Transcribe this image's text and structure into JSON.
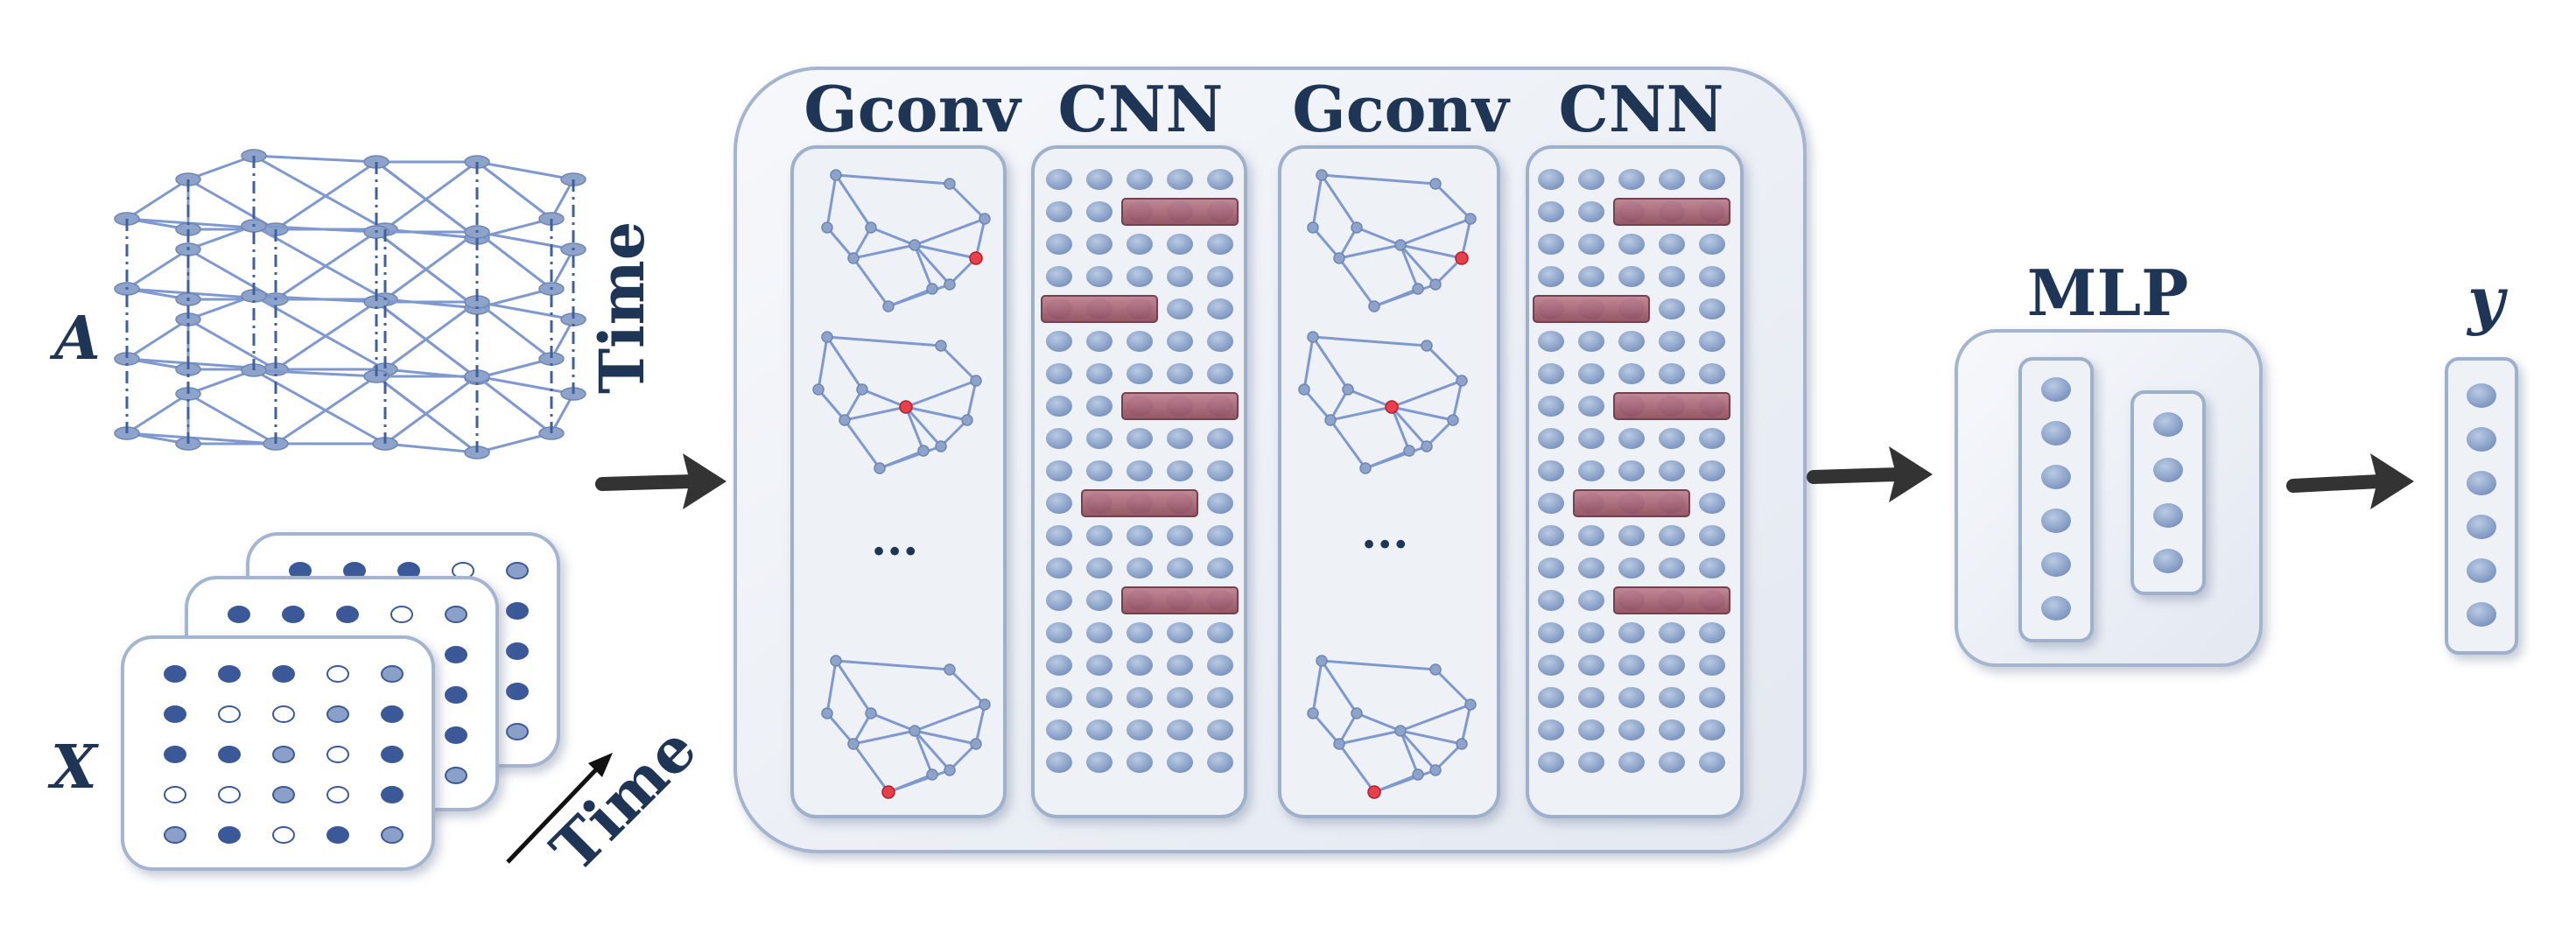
{
  "labels": {
    "adjacency": "A",
    "features": "X",
    "output": "y",
    "time_graph": "Time",
    "time_matrix": "Time",
    "gconv_1": "Gconv",
    "cnn_1": "CNN",
    "gconv_2": "Gconv",
    "cnn_2": "CNN",
    "mlp": "MLP",
    "ellipsis_1": "···",
    "ellipsis_2": "···"
  },
  "colors": {
    "node": "#8ea3c9",
    "edge": "#7f99cf",
    "dot": "#95abcc",
    "highlight_node": "#e8404a",
    "highlight_bar": "#a35c6a",
    "panel_bg": "#eaeef5",
    "panel_border": "#9fb0cb",
    "text": "#1f3556",
    "arrow": "#333333"
  }
}
